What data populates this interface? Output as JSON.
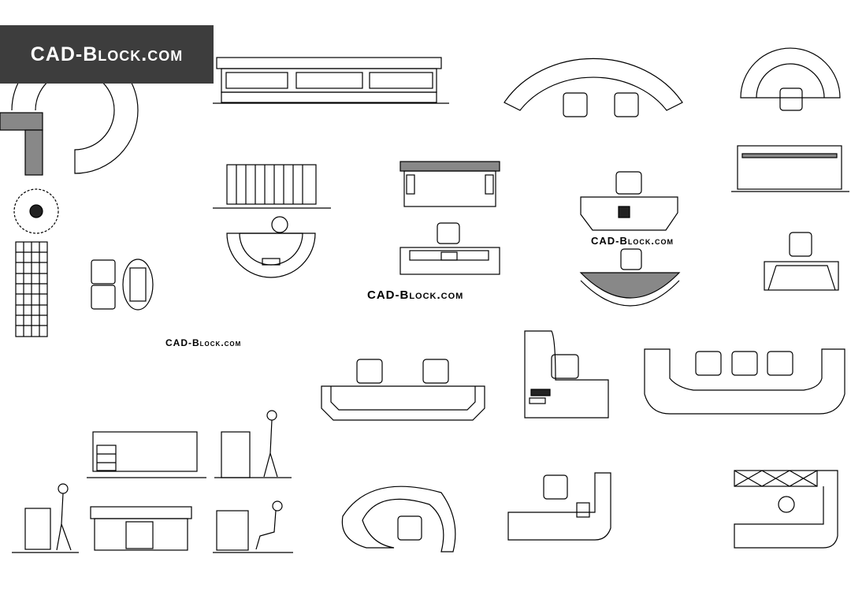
{
  "logo": {
    "text": "CAD-Block.com"
  },
  "watermarks": [
    "CAD-Block.com",
    "CAD-Block.com",
    "CAD-Block.com"
  ],
  "colors": {
    "logo_bg": "#3d3d3d",
    "logo_text": "#ffffff",
    "lines": "#000000",
    "background": "#ffffff"
  }
}
